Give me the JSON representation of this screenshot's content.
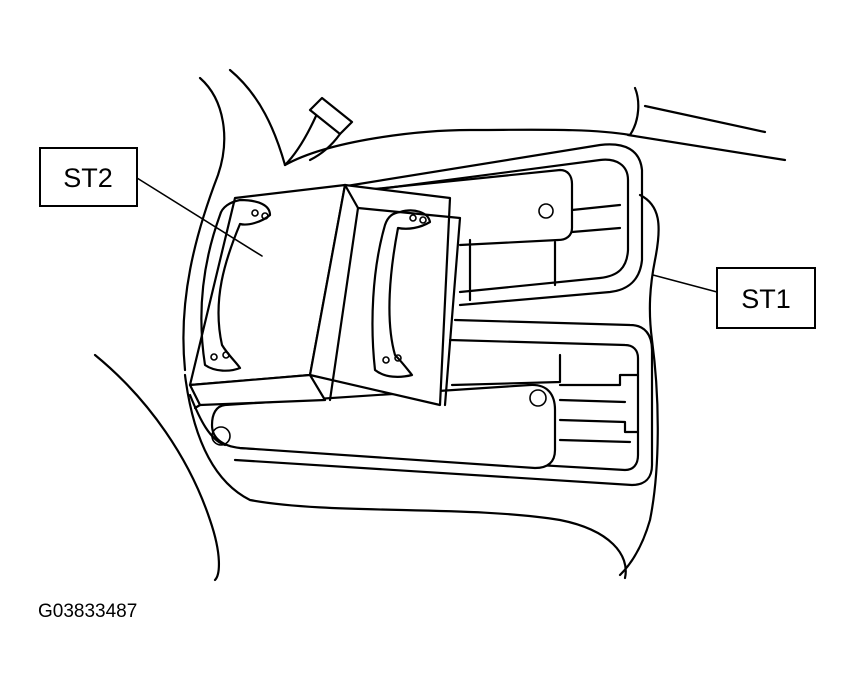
{
  "labels": {
    "st2": "ST2",
    "st1": "ST1"
  },
  "figure_id": "G03833487"
}
